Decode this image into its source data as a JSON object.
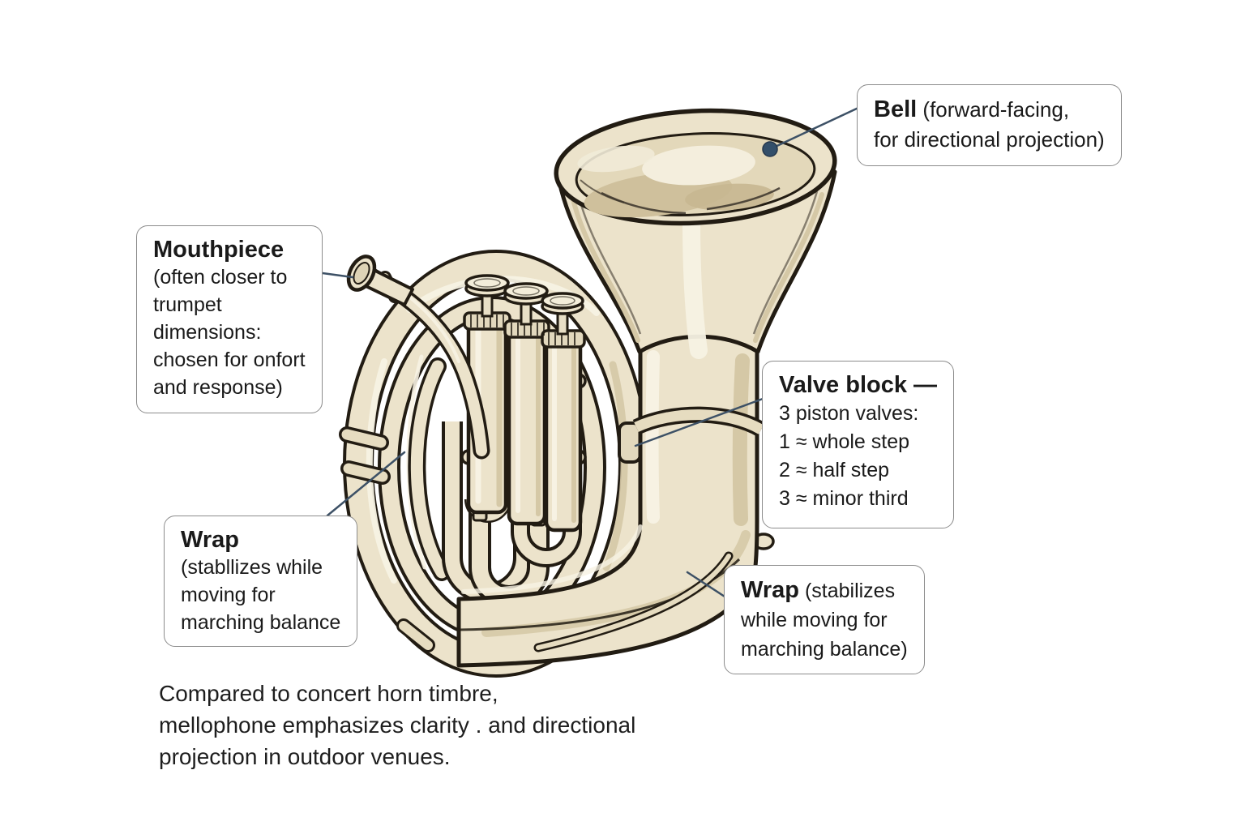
{
  "figure_type": "labeled-instrument-diagram",
  "subject": "mellophone",
  "palette": {
    "brass": "#ece3cb",
    "brass_light": "#f7f2e3",
    "brass_shadow": "#d5c8a6",
    "brass_deep": "#c6b791",
    "outline": "#221c13",
    "connector_line": "#3d5166",
    "marker_dot": "#334f6a",
    "box_border": "#8c8c8c",
    "text": "#1a1a1a"
  },
  "callouts": {
    "bell": {
      "title": "Bell",
      "line1_rest": "(forward-facing,",
      "line2": "for directional projection)"
    },
    "mouthpiece": {
      "title": "Mouthpiece",
      "body": [
        "(often closer to",
        "trumpet",
        "dimensions:",
        "chosen for onfort",
        "and response)"
      ]
    },
    "valve_block": {
      "title": "Valve block —",
      "body": [
        "3 piston valves:",
        "1 ≈ whole step",
        "2 ≈ half step",
        "3 ≈ minor third"
      ]
    },
    "wrap_left": {
      "title": "Wrap",
      "body": [
        "(stabllizes while",
        "moving for",
        "marching balance"
      ]
    },
    "wrap_right": {
      "title": "Wrap",
      "title_rest": "(stabilizes",
      "body": [
        "while moving for",
        "marching balance)"
      ]
    }
  },
  "caption_lines": [
    "Compared to concert horn timbre,",
    "mellophone emphasizes clarity . and directional",
    "projection in outdoor venues."
  ]
}
